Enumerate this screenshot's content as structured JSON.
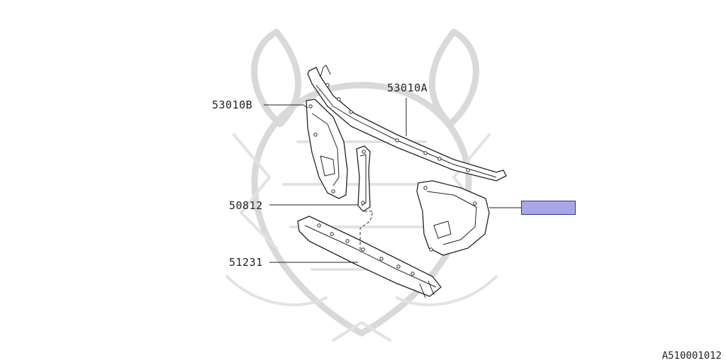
{
  "diagram": {
    "callouts": [
      {
        "id": "53010A",
        "text": "53010A"
      },
      {
        "id": "53010B",
        "text": "53010B"
      },
      {
        "id": "50812",
        "text": "50812"
      },
      {
        "id": "51231",
        "text": "51231"
      }
    ],
    "highlight": {
      "color": "#a7a7e6",
      "border": "#34349a"
    },
    "figure_code": "A510001012"
  }
}
